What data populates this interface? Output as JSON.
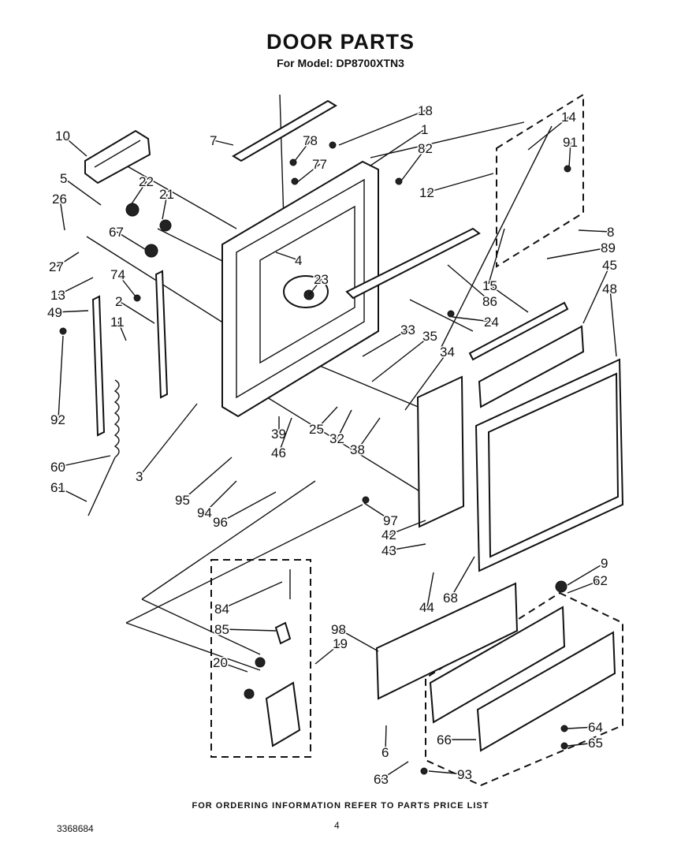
{
  "header": {
    "title": "DOOR PARTS",
    "subtitle": "For Model: DP8700XTN3"
  },
  "callouts": [
    "10",
    "7",
    "18",
    "1",
    "78",
    "77",
    "82",
    "14",
    "91",
    "5",
    "26",
    "22",
    "21",
    "12",
    "8",
    "67",
    "27",
    "4",
    "89",
    "13",
    "74",
    "23",
    "86",
    "15",
    "45",
    "48",
    "2",
    "49",
    "24",
    "11",
    "33",
    "35",
    "34",
    "92",
    "39",
    "25",
    "32",
    "38",
    "3",
    "46",
    "60",
    "61",
    "95",
    "94",
    "96",
    "97",
    "42",
    "43",
    "44",
    "68",
    "9",
    "62",
    "84",
    "85",
    "98",
    "19",
    "20",
    "64",
    "65",
    "6",
    "66",
    "63",
    "93"
  ],
  "footer": {
    "note": "FOR ORDERING INFORMATION REFER TO PARTS PRICE LIST",
    "doc_number": "3368684",
    "page": "4"
  }
}
